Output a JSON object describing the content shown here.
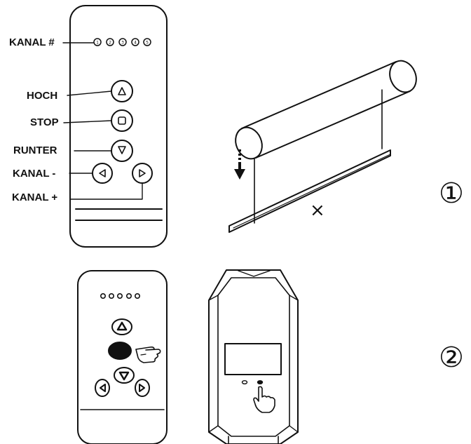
{
  "labels": {
    "channel": "KANAL #",
    "up": "HOCH",
    "stop": "STOP",
    "down": "RUNTER",
    "channel_minus": "KANAL -",
    "channel_plus": "KANAL +"
  },
  "channel_numbers": [
    "1",
    "2",
    "3",
    "4",
    "5"
  ],
  "cross_mark": "×",
  "steps": [
    "①",
    "②"
  ],
  "icons": [
    "up-arrow-icon",
    "stop-square-icon",
    "down-arrow-icon",
    "left-arrow-icon",
    "right-arrow-icon",
    "down-arrow-motion-icon",
    "hand-pointer-icon"
  ],
  "colors": {
    "ink": "#111111",
    "background": "#ffffff",
    "pressed_button": "#111111"
  }
}
